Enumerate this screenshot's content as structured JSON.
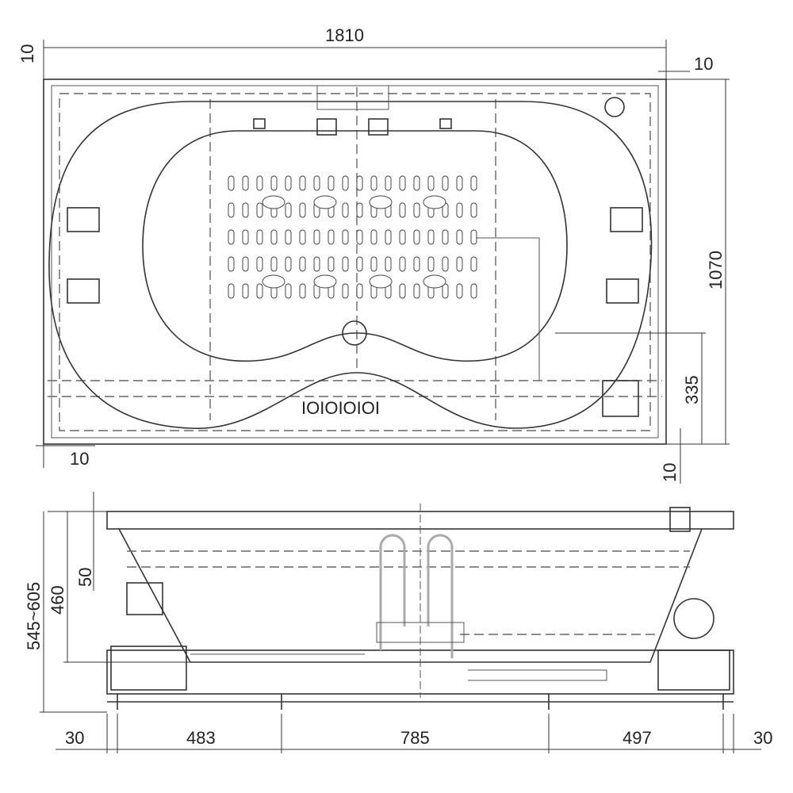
{
  "top_view": {
    "width_total": "1810",
    "top_left_offset": "10",
    "top_right_offset": "10",
    "depth_total": "1070",
    "drain_offset": "335",
    "bottom_left_offset": "10",
    "bottom_right_offset": "10",
    "pillow_text": "IOIOIOIOI"
  },
  "side_view": {
    "height_range": "545~605",
    "tub_height": "460",
    "rim": "50",
    "left_margin": "30",
    "seg1": "483",
    "seg2": "785",
    "seg3": "497",
    "right_margin": "30"
  }
}
